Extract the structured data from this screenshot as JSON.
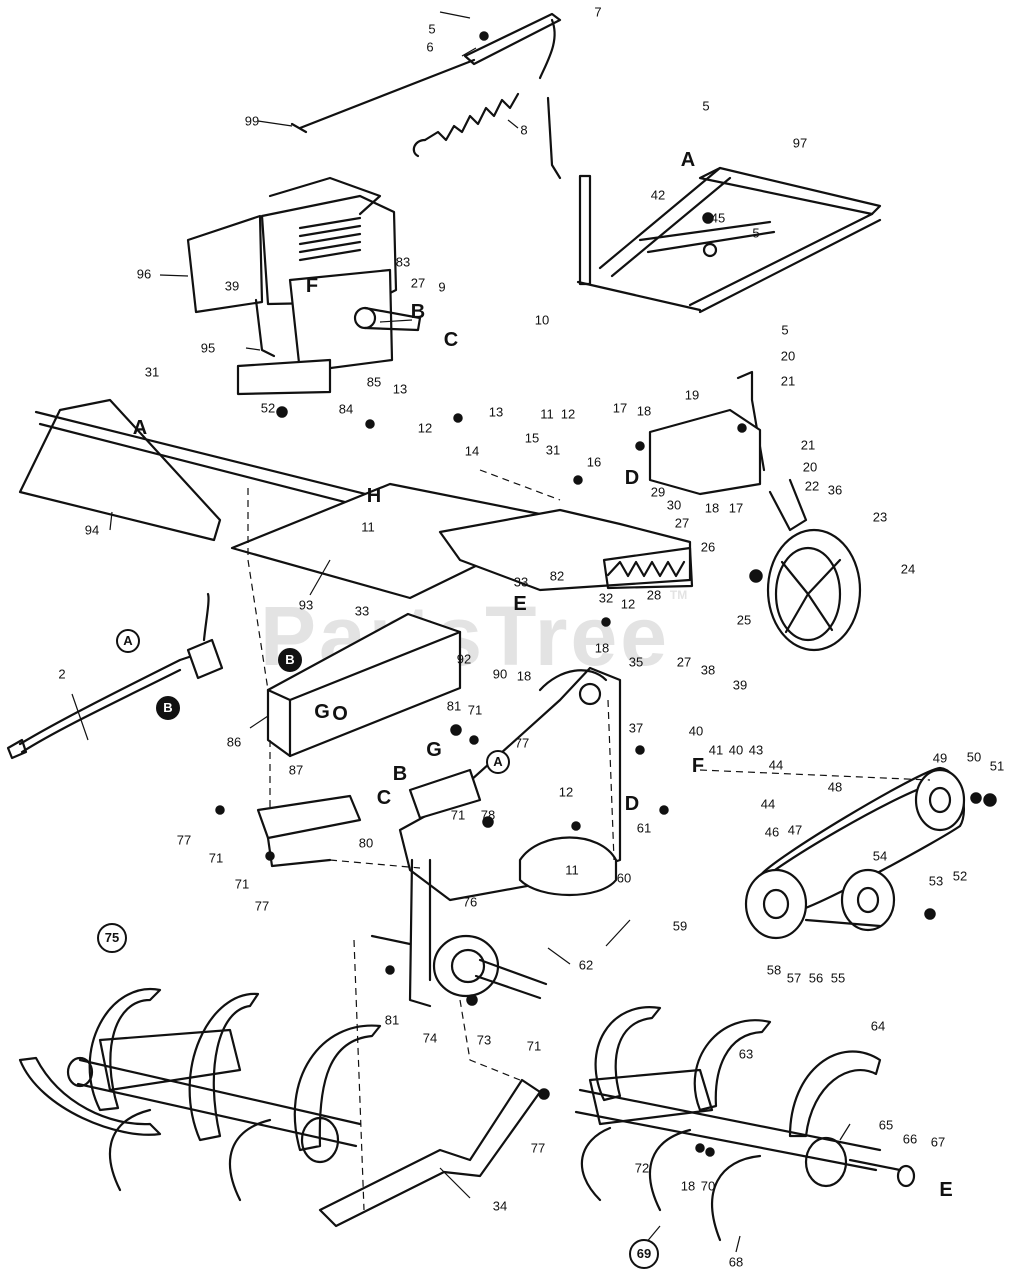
{
  "watermark": {
    "text": "PartsTree",
    "tm": "TM"
  },
  "callouts": [
    {
      "id": "5",
      "text": "5"
    },
    {
      "id": "7",
      "text": "7"
    },
    {
      "id": "6",
      "text": "6"
    },
    {
      "id": "99",
      "text": "99"
    },
    {
      "id": "8",
      "text": "8"
    },
    {
      "id": "5b",
      "text": "5"
    },
    {
      "id": "97",
      "text": "97"
    },
    {
      "id": "42",
      "text": "42"
    },
    {
      "id": "45",
      "text": "45"
    },
    {
      "id": "5c",
      "text": "5"
    },
    {
      "id": "10",
      "text": "10"
    },
    {
      "id": "96",
      "text": "96"
    },
    {
      "id": "39",
      "text": "39"
    },
    {
      "id": "83",
      "text": "83"
    },
    {
      "id": "27",
      "text": "27"
    },
    {
      "id": "9",
      "text": "9"
    },
    {
      "id": "95",
      "text": "95"
    },
    {
      "id": "85",
      "text": "85"
    },
    {
      "id": "31",
      "text": "31"
    },
    {
      "id": "13",
      "text": "13"
    },
    {
      "id": "52",
      "text": "52"
    },
    {
      "id": "84",
      "text": "84"
    },
    {
      "id": "13b",
      "text": "13"
    },
    {
      "id": "12",
      "text": "12"
    },
    {
      "id": "14",
      "text": "14"
    },
    {
      "id": "11",
      "text": "11"
    },
    {
      "id": "94",
      "text": "94"
    },
    {
      "id": "5d",
      "text": "5"
    },
    {
      "id": "20",
      "text": "20"
    },
    {
      "id": "21",
      "text": "21"
    },
    {
      "id": "17",
      "text": "17"
    },
    {
      "id": "18",
      "text": "18"
    },
    {
      "id": "19",
      "text": "19"
    },
    {
      "id": "11b",
      "text": "11"
    },
    {
      "id": "12b",
      "text": "12"
    },
    {
      "id": "15",
      "text": "15"
    },
    {
      "id": "31b",
      "text": "31"
    },
    {
      "id": "16",
      "text": "16"
    },
    {
      "id": "18b",
      "text": "18"
    },
    {
      "id": "17b",
      "text": "17"
    },
    {
      "id": "21b",
      "text": "21"
    },
    {
      "id": "20b",
      "text": "20"
    },
    {
      "id": "22",
      "text": "22"
    },
    {
      "id": "36",
      "text": "36"
    },
    {
      "id": "29",
      "text": "29"
    },
    {
      "id": "30",
      "text": "30"
    },
    {
      "id": "27b",
      "text": "27"
    },
    {
      "id": "23",
      "text": "23"
    },
    {
      "id": "26",
      "text": "26"
    },
    {
      "id": "33",
      "text": "33"
    },
    {
      "id": "82",
      "text": "82"
    },
    {
      "id": "32",
      "text": "32"
    },
    {
      "id": "12c",
      "text": "12"
    },
    {
      "id": "28",
      "text": "28"
    },
    {
      "id": "24",
      "text": "24"
    },
    {
      "id": "25",
      "text": "25"
    },
    {
      "id": "93",
      "text": "93"
    },
    {
      "id": "33b",
      "text": "33"
    },
    {
      "id": "18c",
      "text": "18"
    },
    {
      "id": "35",
      "text": "35"
    },
    {
      "id": "2",
      "text": "2"
    },
    {
      "id": "92",
      "text": "92"
    },
    {
      "id": "90",
      "text": "90"
    },
    {
      "id": "18d",
      "text": "18"
    },
    {
      "id": "27c",
      "text": "27"
    },
    {
      "id": "38",
      "text": "38"
    },
    {
      "id": "39b",
      "text": "39"
    },
    {
      "id": "81",
      "text": "81"
    },
    {
      "id": "71",
      "text": "71"
    },
    {
      "id": "86",
      "text": "86"
    },
    {
      "id": "37",
      "text": "37"
    },
    {
      "id": "77",
      "text": "77"
    },
    {
      "id": "40",
      "text": "40"
    },
    {
      "id": "41",
      "text": "41"
    },
    {
      "id": "40b",
      "text": "40"
    },
    {
      "id": "43",
      "text": "43"
    },
    {
      "id": "44",
      "text": "44"
    },
    {
      "id": "44b",
      "text": "44"
    },
    {
      "id": "49",
      "text": "49"
    },
    {
      "id": "50",
      "text": "50"
    },
    {
      "id": "51",
      "text": "51"
    },
    {
      "id": "48",
      "text": "48"
    },
    {
      "id": "87",
      "text": "87"
    },
    {
      "id": "12d",
      "text": "12"
    },
    {
      "id": "46",
      "text": "46"
    },
    {
      "id": "47",
      "text": "47"
    },
    {
      "id": "77b",
      "text": "77"
    },
    {
      "id": "71b",
      "text": "71"
    },
    {
      "id": "71c",
      "text": "71"
    },
    {
      "id": "78",
      "text": "78"
    },
    {
      "id": "80",
      "text": "80"
    },
    {
      "id": "61",
      "text": "61"
    },
    {
      "id": "11c",
      "text": "11"
    },
    {
      "id": "60",
      "text": "60"
    },
    {
      "id": "71d",
      "text": "71"
    },
    {
      "id": "77c",
      "text": "77"
    },
    {
      "id": "76",
      "text": "76"
    },
    {
      "id": "59",
      "text": "59"
    },
    {
      "id": "54",
      "text": "54"
    },
    {
      "id": "53",
      "text": "53"
    },
    {
      "id": "52b",
      "text": "52"
    },
    {
      "id": "58",
      "text": "58"
    },
    {
      "id": "57",
      "text": "57"
    },
    {
      "id": "56",
      "text": "56"
    },
    {
      "id": "55",
      "text": "55"
    },
    {
      "id": "62",
      "text": "62"
    },
    {
      "id": "81b",
      "text": "81"
    },
    {
      "id": "74",
      "text": "74"
    },
    {
      "id": "73",
      "text": "73"
    },
    {
      "id": "71e",
      "text": "71"
    },
    {
      "id": "77d",
      "text": "77"
    },
    {
      "id": "63",
      "text": "63"
    },
    {
      "id": "64",
      "text": "64"
    },
    {
      "id": "65",
      "text": "65"
    },
    {
      "id": "66",
      "text": "66"
    },
    {
      "id": "67",
      "text": "67"
    },
    {
      "id": "72",
      "text": "72"
    },
    {
      "id": "18e",
      "text": "18"
    },
    {
      "id": "70",
      "text": "70"
    },
    {
      "id": "34",
      "text": "34"
    },
    {
      "id": "68",
      "text": "68"
    }
  ],
  "ref_letters": [
    {
      "id": "A1",
      "text": "A"
    },
    {
      "id": "F1",
      "text": "F"
    },
    {
      "id": "B1",
      "text": "B"
    },
    {
      "id": "C1",
      "text": "C"
    },
    {
      "id": "A2",
      "text": "A"
    },
    {
      "id": "H1",
      "text": "H"
    },
    {
      "id": "D1",
      "text": "D"
    },
    {
      "id": "E1",
      "text": "E"
    },
    {
      "id": "G1",
      "text": "G"
    },
    {
      "id": "O1",
      "text": "O"
    },
    {
      "id": "G2",
      "text": "G"
    },
    {
      "id": "F2",
      "text": "F"
    },
    {
      "id": "B2",
      "text": "B"
    },
    {
      "id": "C2",
      "text": "C"
    },
    {
      "id": "D2",
      "text": "D"
    },
    {
      "id": "E2",
      "text": "E"
    }
  ],
  "circled_letters": [
    {
      "id": "cA1",
      "text": "A"
    },
    {
      "id": "cB1",
      "text": "B"
    },
    {
      "id": "cA2",
      "text": "A"
    },
    {
      "id": "cB2",
      "text": "B"
    },
    {
      "id": "cA3",
      "text": "A"
    },
    {
      "id": "c75",
      "text": "75"
    },
    {
      "id": "c69",
      "text": "69"
    }
  ]
}
